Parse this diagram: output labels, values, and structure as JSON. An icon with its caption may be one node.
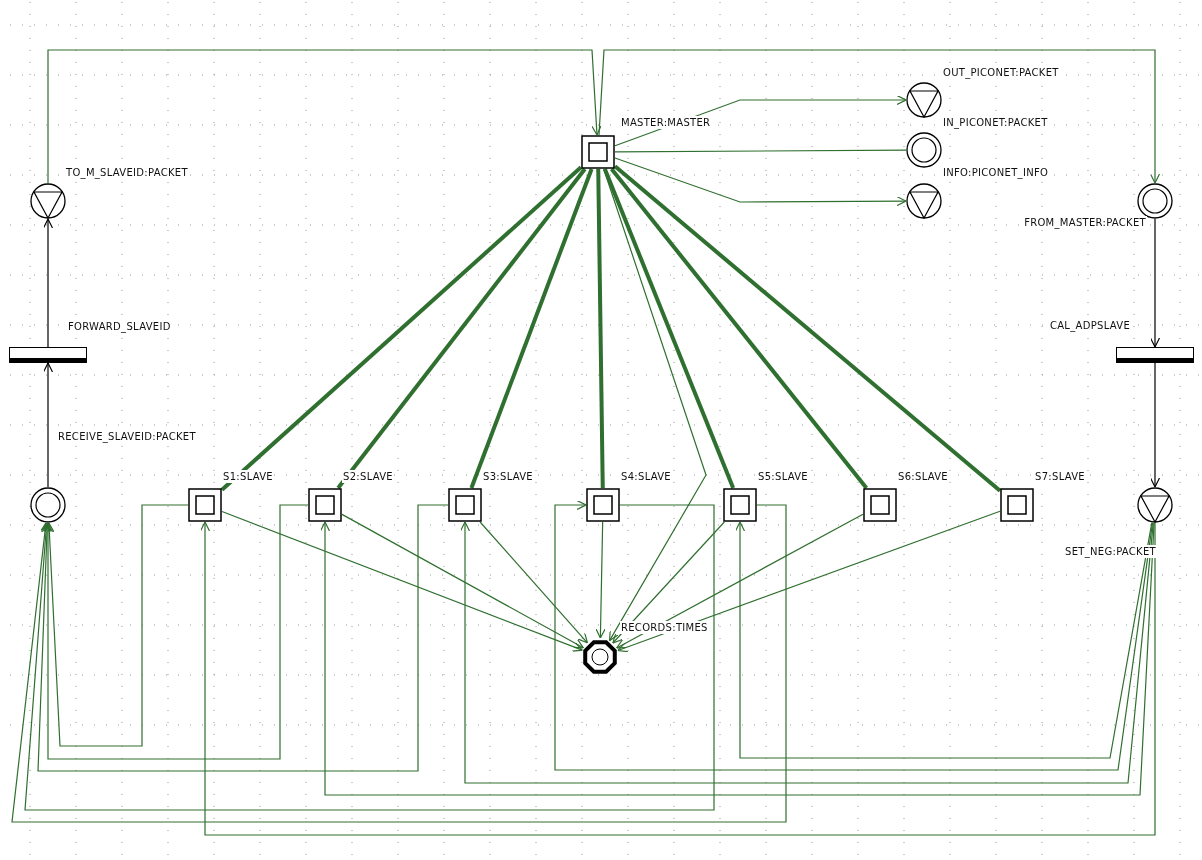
{
  "diagram": {
    "nodes": [
      {
        "text": [
          "MASTER:MASTER"
        ]
      },
      {
        "text": [
          "OUT_PICONET:PACKET"
        ]
      },
      {
        "text": [
          "IN_PICONET:PACKET"
        ]
      },
      {
        "text": [
          "INFO:PICONET_INFO"
        ]
      },
      {
        "text": [
          "TO_M_SLAVEID:PACKET"
        ]
      },
      {
        "text": [
          "FROM_MASTER:PACKET"
        ]
      },
      {
        "text": [
          "FORWARD_SLAVEID"
        ]
      },
      {
        "text": [
          "CAL_ADPSLAVE"
        ]
      },
      {
        "text": [
          "RECEIVE_SLAVEID:PACKET"
        ]
      },
      {
        "text": [
          "S1:SLAVE"
        ]
      },
      {
        "text": [
          "S2:SLAVE"
        ]
      },
      {
        "text": [
          "S3:SLAVE"
        ]
      },
      {
        "text": [
          "S4:SLAVE"
        ]
      },
      {
        "text": [
          "S5:SLAVE"
        ]
      },
      {
        "text": [
          "S6:SLAVE"
        ]
      },
      {
        "text": [
          "S7:SLAVE"
        ]
      },
      {
        "text": [
          "SET_NEG:PACKET"
        ]
      },
      {
        "text": [
          "RECORDS:TIMES"
        ]
      }
    ],
    "edges": [
      {
        "from": 4,
        "to": 0,
        "arrow": "to"
      },
      {
        "from": 0,
        "to": 5,
        "arrow": "to"
      },
      {
        "from": 0,
        "to": 1,
        "arrow": "to"
      },
      {
        "from": 2,
        "to": 0,
        "arrow": "none"
      },
      {
        "from": 0,
        "to": 3,
        "arrow": "to"
      },
      {
        "from": 6,
        "to": 4,
        "arrow": "to",
        "color": "#000000"
      },
      {
        "from": 8,
        "to": 6,
        "arrow": "to",
        "color": "#000000"
      },
      {
        "from": 5,
        "to": 7,
        "arrow": "to",
        "color": "#000000"
      },
      {
        "from": 7,
        "to": 16,
        "arrow": "to",
        "color": "#000000"
      },
      {
        "from": 0,
        "to": 9,
        "arrow": "none",
        "style": "thick"
      },
      {
        "from": 0,
        "to": 10,
        "arrow": "none",
        "style": "thick"
      },
      {
        "from": 0,
        "to": 11,
        "arrow": "none",
        "style": "thick"
      },
      {
        "from": 0,
        "to": 12,
        "arrow": "none",
        "style": "thick"
      },
      {
        "from": 0,
        "to": 13,
        "arrow": "none",
        "style": "thick"
      },
      {
        "from": 0,
        "to": 14,
        "arrow": "none",
        "style": "thick"
      },
      {
        "from": 0,
        "to": 15,
        "arrow": "none",
        "style": "thick"
      },
      {
        "from": 0,
        "to": 17,
        "arrow": "to"
      },
      {
        "from": 9,
        "to": 17,
        "arrow": "to"
      },
      {
        "from": 10,
        "to": 17,
        "arrow": "to"
      },
      {
        "from": 11,
        "to": 17,
        "arrow": "to"
      },
      {
        "from": 12,
        "to": 17,
        "arrow": "to"
      },
      {
        "from": 13,
        "to": 17,
        "arrow": "to"
      },
      {
        "from": 14,
        "to": 17,
        "arrow": "to"
      },
      {
        "from": 15,
        "to": 17,
        "arrow": "to"
      },
      {
        "from": 9,
        "to": 8,
        "arrow": "to"
      },
      {
        "from": 10,
        "to": 8,
        "arrow": "to"
      },
      {
        "from": 11,
        "to": 8,
        "arrow": "to"
      },
      {
        "from": 12,
        "to": 8,
        "arrow": "to"
      },
      {
        "from": 13,
        "to": 8,
        "arrow": "to"
      },
      {
        "from": 16,
        "to": 9,
        "arrow": "to"
      },
      {
        "from": 16,
        "to": 10,
        "arrow": "to"
      },
      {
        "from": 16,
        "to": 11,
        "arrow": "to"
      },
      {
        "from": 16,
        "to": 12,
        "arrow": "to"
      },
      {
        "from": 16,
        "to": 13,
        "arrow": "to"
      }
    ]
  }
}
